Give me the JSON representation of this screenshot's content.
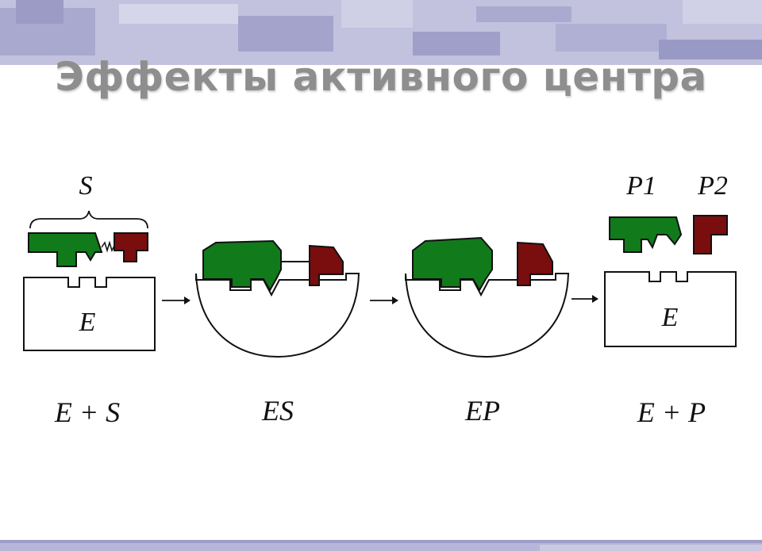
{
  "title": "Эффекты активного центра",
  "colors": {
    "band": "#b6b6d8",
    "band_dark": "#9d9dc8",
    "title": "#8e8e8e",
    "substrate_green": "#117a1b",
    "substrate_red": "#7a0d0d",
    "outline": "#111111"
  },
  "diagram": {
    "substrate_label": "S",
    "enzyme_label_1": "E",
    "enzyme_label_4": "E",
    "product1_label": "P1",
    "product2_label": "P2",
    "stages": [
      "E + S",
      "ES",
      "EP",
      "E + P"
    ]
  }
}
